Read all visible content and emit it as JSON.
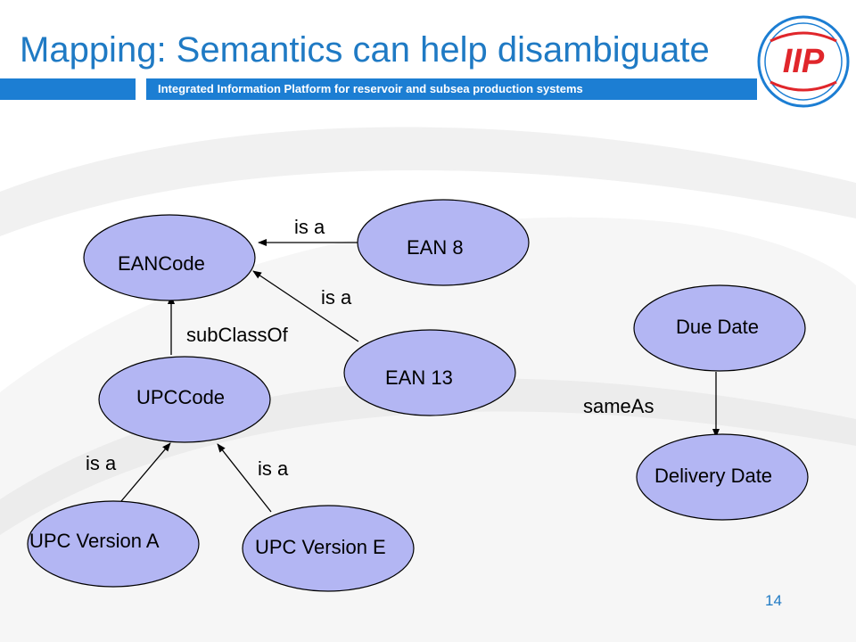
{
  "slide": {
    "title": "Mapping: Semantics can help disambiguate",
    "subtitle": "Integrated Information Platform for reservoir and subsea production systems",
    "page_number": "14",
    "logo_text": "IIP"
  },
  "colors": {
    "accent_blue": "#1c7ed3",
    "title_blue": "#1f7ac4",
    "node_fill": "#b3b6f3",
    "logo_red": "#e0262b"
  },
  "nodes": {
    "ean_code": "EANCode",
    "ean_8": "EAN 8",
    "ean_13": "EAN 13",
    "upc_code": "UPCCode",
    "upc_version_a": "UPC Version A",
    "upc_version_e": "UPC Version E",
    "due_date": "Due Date",
    "delivery_date": "Delivery Date"
  },
  "edges": {
    "ean8_is_a": "is a",
    "ean13_is_a": "is a",
    "subclass_of": "subClassOf",
    "upca_is_a": "is a",
    "upce_is_a": "is a",
    "same_as": "sameAs"
  }
}
